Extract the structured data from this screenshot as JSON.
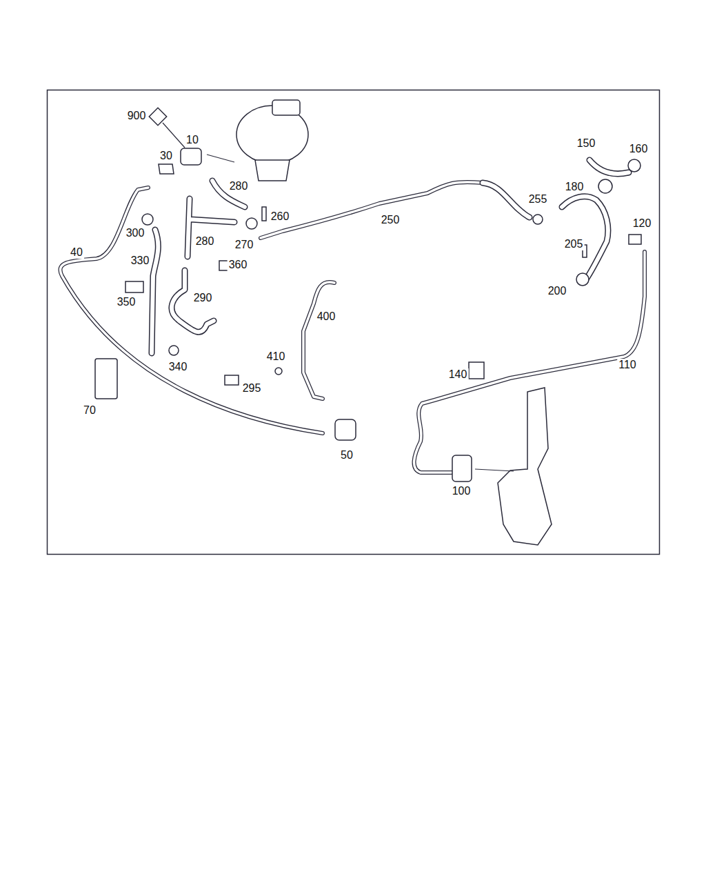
{
  "diagram": {
    "labels": [
      "900",
      "10",
      "30",
      "280",
      "150",
      "160",
      "180",
      "260",
      "250",
      "255",
      "120",
      "300",
      "280",
      "270",
      "205",
      "40",
      "330",
      "360",
      "350",
      "290",
      "200",
      "400",
      "410",
      "340",
      "140",
      "110",
      "295",
      "70",
      "50",
      "100"
    ]
  }
}
